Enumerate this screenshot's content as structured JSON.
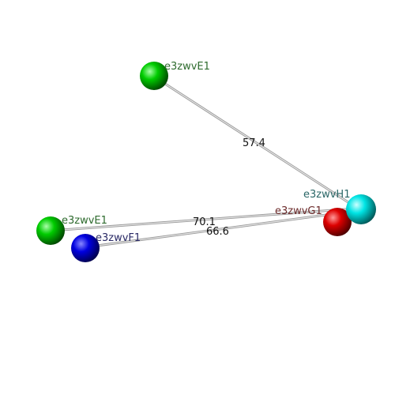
{
  "atoms": [
    {
      "id": "top",
      "label": "e3zwvE1",
      "color": "#00cc00",
      "label_color": "#2e6b2e"
    },
    {
      "id": "left",
      "label": "e3zwvE1",
      "color": "#00cc00",
      "label_color": "#2e6b2e"
    },
    {
      "id": "blue",
      "label": "e3zwvF1",
      "color": "#0000e0",
      "label_color": "#2a2a66"
    },
    {
      "id": "cyan",
      "label": "e3zwvH1",
      "color": "#00e5e5",
      "label_color": "#2a6666"
    },
    {
      "id": "red",
      "label": "e3zwvG1",
      "color": "#dd0000",
      "label_color": "#6b2a2a"
    }
  ],
  "distances": [
    {
      "from": "top",
      "to": "cyan",
      "value": "57.4"
    },
    {
      "from": "left",
      "to": "cyan",
      "value": "70.1"
    },
    {
      "from": "blue",
      "to": "cyan",
      "value": "66.6"
    }
  ]
}
